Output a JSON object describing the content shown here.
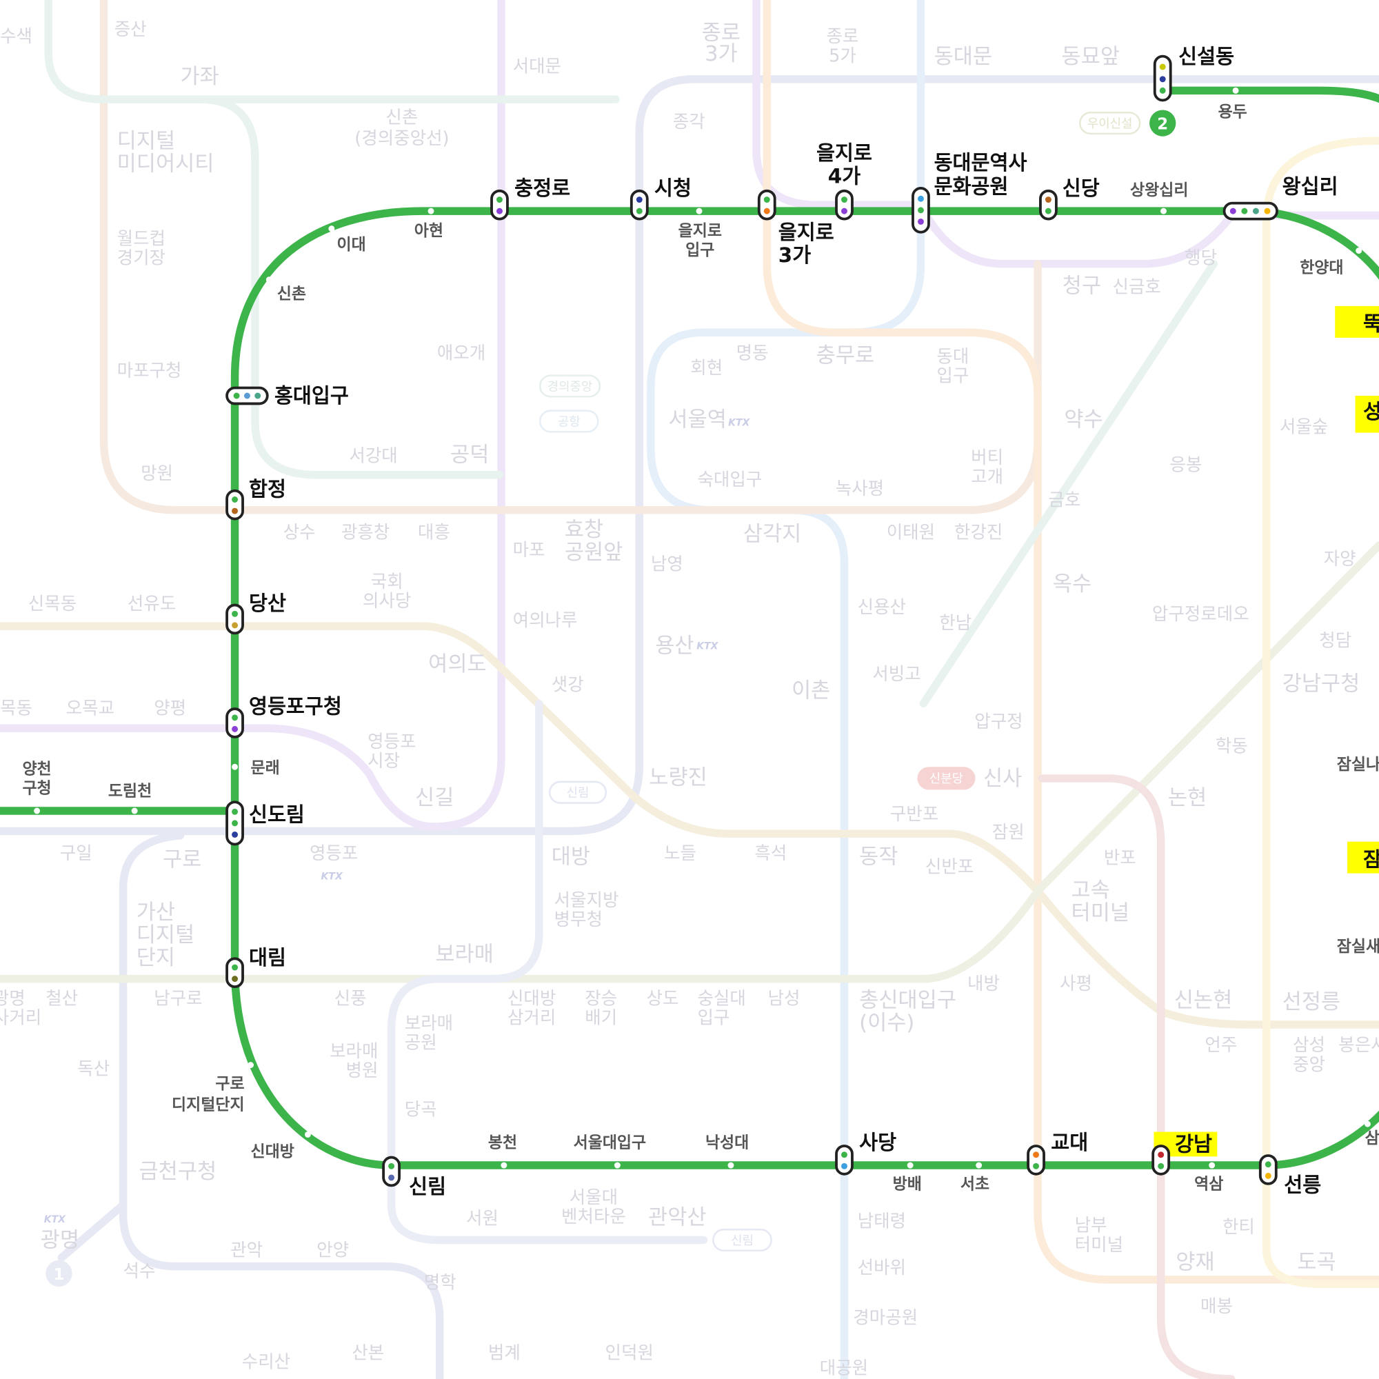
{
  "map": {
    "highlight_color": "#ffff00",
    "line2_color": "#3cb44a",
    "line_badge": "2",
    "line1_badge": "1",
    "ktx": "KTX",
    "badges": [
      "우이신설",
      "경의중앙",
      "공항",
      "신분당",
      "신림",
      "신림"
    ]
  },
  "line2": {
    "transfer_stations": [
      {
        "name": "신설동"
      },
      {
        "name": "충정로"
      },
      {
        "name": "시청"
      },
      {
        "name": [
          "을지로",
          "3가"
        ]
      },
      {
        "name": [
          "을지로",
          "4가"
        ]
      },
      {
        "name": [
          "동대문역사",
          "문화공원"
        ]
      },
      {
        "name": "신당"
      },
      {
        "name": "왕십리"
      },
      {
        "name": "홍대입구"
      },
      {
        "name": "합정"
      },
      {
        "name": "당산"
      },
      {
        "name": "영등포구청"
      },
      {
        "name": "신도림"
      },
      {
        "name": "대림"
      },
      {
        "name": "신림"
      },
      {
        "name": "사당"
      },
      {
        "name": "교대"
      },
      {
        "name": "강남"
      },
      {
        "name": "선릉"
      }
    ],
    "stations": [
      {
        "name": "용두"
      },
      {
        "name": "상왕십리"
      },
      {
        "name": "한양대"
      },
      {
        "name": "아현"
      },
      {
        "name": "이대"
      },
      {
        "name": "신촌"
      },
      {
        "name": [
          "을지로",
          "입구"
        ]
      },
      {
        "name": "문래"
      },
      {
        "name": "도림천"
      },
      {
        "name": [
          "양천",
          "구청"
        ]
      },
      {
        "name": [
          "구로",
          "디지털단지"
        ]
      },
      {
        "name": "신대방"
      },
      {
        "name": "봉천"
      },
      {
        "name": "서울대입구"
      },
      {
        "name": "낙성대"
      },
      {
        "name": "방배"
      },
      {
        "name": "서초"
      },
      {
        "name": "역삼"
      },
      {
        "name": "잠실나"
      },
      {
        "name": "잠실새"
      },
      {
        "name": "삼"
      }
    ],
    "highlighted_partial": [
      "뚝",
      "성",
      "잠"
    ]
  },
  "bg": [
    [
      "수색"
    ],
    [
      "증산"
    ],
    [
      "가좌"
    ],
    [
      "디지털",
      "미디어시티"
    ],
    [
      "월드컵",
      "경기장"
    ],
    [
      "마포구청"
    ],
    [
      "망원"
    ],
    [
      "신촌",
      "(경의중앙선)"
    ],
    [
      "서대문"
    ],
    [
      "종로",
      "3가"
    ],
    [
      "종로",
      "5가"
    ],
    [
      "동대문"
    ],
    [
      "동묘앞"
    ],
    [
      "종각"
    ],
    [
      "애오개"
    ],
    [
      "서강대"
    ],
    [
      "공덕"
    ],
    [
      "상수"
    ],
    [
      "광흥창"
    ],
    [
      "대흥"
    ],
    [
      "마포"
    ],
    [
      "효창",
      "공원앞"
    ],
    [
      "서울역"
    ],
    [
      "회현"
    ],
    [
      "명동"
    ],
    [
      "충무로"
    ],
    [
      "동대",
      "입구"
    ],
    [
      "숙대입구"
    ],
    [
      "녹사평"
    ],
    [
      "삼각지"
    ],
    [
      "이태원"
    ],
    [
      "한강진"
    ],
    [
      "버티",
      "고개"
    ],
    [
      "약수"
    ],
    [
      "청구"
    ],
    [
      "신금호"
    ],
    [
      "행당"
    ],
    [
      "금호"
    ],
    [
      "옥수"
    ],
    [
      "응봉"
    ],
    [
      "서울숲"
    ],
    [
      "자양"
    ],
    [
      "압구정로데오"
    ],
    [
      "청담"
    ],
    [
      "강남구청"
    ],
    [
      "학동"
    ],
    [
      "논현"
    ],
    [
      "신사"
    ],
    [
      "압구정"
    ],
    [
      "한남"
    ],
    [
      "서빙고"
    ],
    [
      "신용산"
    ],
    [
      "이촌"
    ],
    [
      "용산"
    ],
    [
      "남영"
    ],
    [
      "여의나루"
    ],
    [
      "국회",
      "의사당"
    ],
    [
      "신목동"
    ],
    [
      "선유도"
    ],
    [
      "목동"
    ],
    [
      "오목교"
    ],
    [
      "양평"
    ],
    [
      "영등포",
      "시장"
    ],
    [
      "여의도"
    ],
    [
      "샛강"
    ],
    [
      "신길"
    ],
    [
      "노량진"
    ],
    [
      "대방"
    ],
    [
      "노들"
    ],
    [
      "흑석"
    ],
    [
      "동작"
    ],
    [
      "구반포"
    ],
    [
      "신반포"
    ],
    [
      "잠원"
    ],
    [
      "반포"
    ],
    [
      "고속",
      "터미널"
    ],
    [
      "사평"
    ],
    [
      "내방"
    ],
    [
      "총신대입구",
      "(이수)"
    ],
    [
      "신논현"
    ],
    [
      "언주"
    ],
    [
      "선정릉"
    ],
    [
      "삼성",
      "중앙"
    ],
    [
      "봉은사"
    ],
    [
      "영등포"
    ],
    [
      "구일"
    ],
    [
      "구로"
    ],
    [
      "가산",
      "디지털",
      "단지"
    ],
    [
      "남구로"
    ],
    [
      "신풍"
    ],
    [
      "보라매"
    ],
    [
      "보라매",
      "공원"
    ],
    [
      "보라매",
      "병원"
    ],
    [
      "당곡"
    ],
    [
      "신대방",
      "삼거리"
    ],
    [
      "장승",
      "배기"
    ],
    [
      "상도"
    ],
    [
      "숭실대",
      "입구"
    ],
    [
      "남성"
    ],
    [
      "서울지방",
      "병무청"
    ],
    [
      "서원"
    ],
    [
      "서울대",
      "벤처타운"
    ],
    [
      "관악산"
    ],
    [
      "남태령"
    ],
    [
      "선바위"
    ],
    [
      "경마공원"
    ],
    [
      "대공원"
    ],
    [
      "양재"
    ],
    [
      "매봉"
    ],
    [
      "도곡"
    ],
    [
      "한티"
    ],
    [
      "남부",
      "터미널"
    ],
    [
      "명학"
    ],
    [
      "안양"
    ],
    [
      "관악"
    ],
    [
      "석수"
    ],
    [
      "광명"
    ],
    [
      "금천구청"
    ],
    [
      "독산"
    ],
    [
      "철산"
    ],
    [
      "광명",
      "사거리"
    ],
    [
      "수리산"
    ],
    [
      "산본"
    ],
    [
      "범계"
    ],
    [
      "인덕원"
    ]
  ]
}
